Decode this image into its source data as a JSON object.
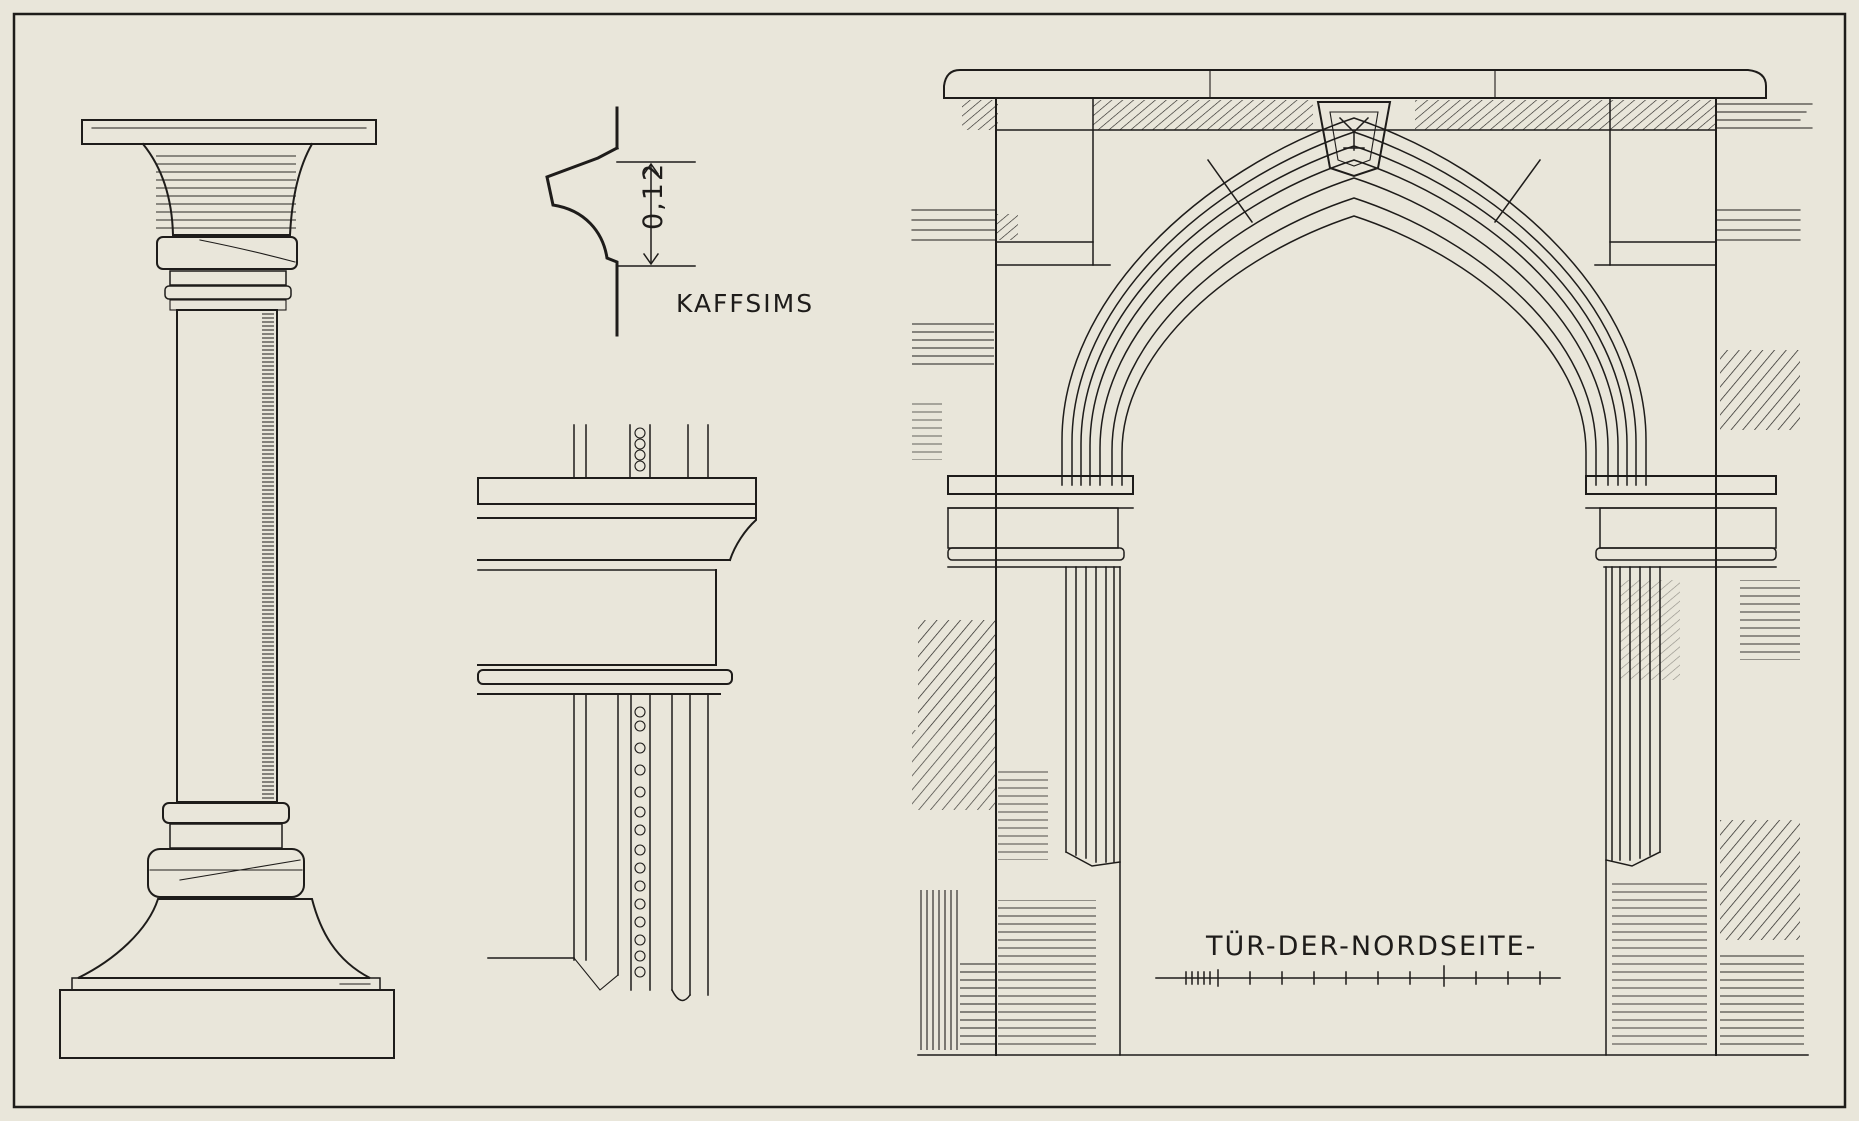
{
  "plate": {
    "paper_color": "#e9e6da",
    "ink_color": "#1e1c1a"
  },
  "labels": {
    "kaffsims": "KAFFSIMS",
    "dimension": "0,12",
    "door_title": "TÜR-DER-NORDSEITE-"
  }
}
